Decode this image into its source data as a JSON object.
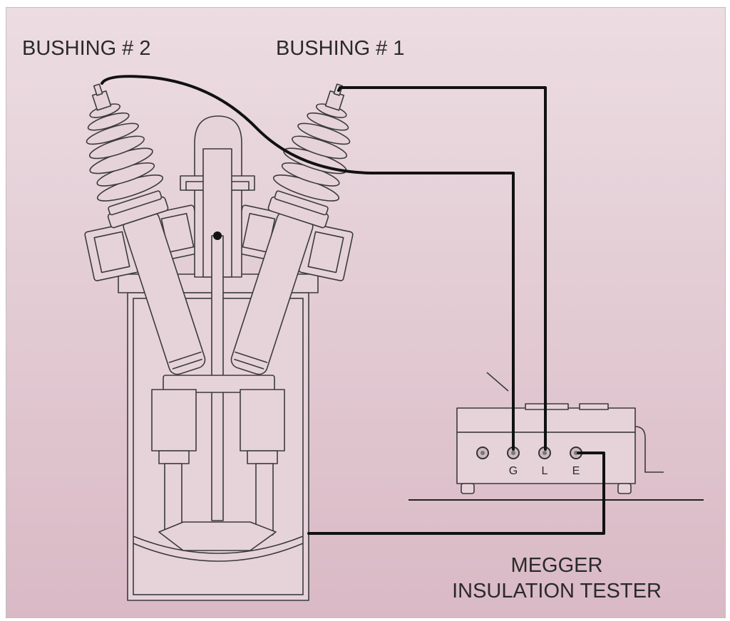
{
  "labels": {
    "bushing2": "BUSHING # 2",
    "bushing1": "BUSHING # 1",
    "tester_line1": "MEGGER",
    "tester_line2": "INSULATION TESTER"
  },
  "terminals": {
    "g": "G",
    "l": "L",
    "e": "E"
  },
  "colors": {
    "background_top": "#ecdde2",
    "background_bottom": "#d9b9c5",
    "line": "#111111"
  }
}
